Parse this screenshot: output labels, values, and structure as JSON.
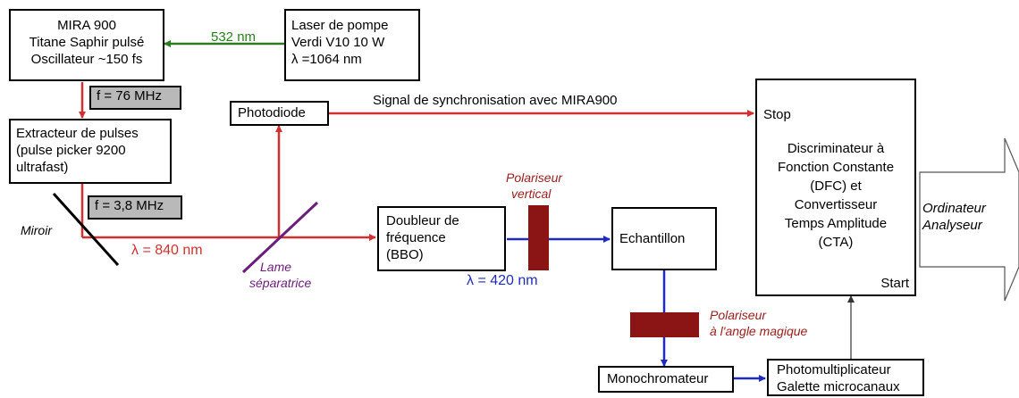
{
  "mira": {
    "lines": [
      "MIRA 900",
      "Titane Saphir pulsé",
      "Oscillateur ~150 fs"
    ]
  },
  "laser": {
    "lines": [
      "Laser de pompe",
      "Verdi V10 10 W",
      "λ =1064 nm"
    ]
  },
  "green_label": "532 nm",
  "freq1": "f = 76 MHz",
  "extracteur": {
    "lines": [
      "Extracteur de pulses",
      "(pulse picker 9200",
      "ultrafast)"
    ]
  },
  "freq2": "f = 3,8 MHz",
  "miroir": "Miroir",
  "lambda_840": "λ = 840 nm",
  "lame": {
    "lines": [
      "Lame",
      "séparatrice"
    ]
  },
  "photodiode": "Photodiode",
  "sync": "Signal de synchronisation avec MIRA900",
  "doubleur": {
    "lines": [
      "Doubleur de",
      "fréquence",
      "(BBO)"
    ]
  },
  "pol_vert": {
    "lines": [
      "Polariseur",
      "vertical"
    ]
  },
  "lambda_420": "λ = 420 nm",
  "echantillon": "Echantillon",
  "pol_magic": {
    "lines": [
      "Polariseur",
      "à l'angle magique"
    ]
  },
  "mono": "Monochromateur",
  "photomult": {
    "lines": [
      "Photomultiplicateur",
      "Galette microcanaux"
    ]
  },
  "dfc": {
    "stop": "Stop",
    "start": "Start",
    "lines": [
      "Discriminateur à",
      "Fonction Constante",
      "(DFC) et",
      "Convertisseur",
      "Temps Amplitude",
      "(CTA)"
    ]
  },
  "ordinateur": {
    "lines": [
      "Ordinateur",
      "Analyseur"
    ]
  },
  "colors": {
    "red": "#d03030",
    "blue": "#1f2bbf",
    "green": "#2a7d1e",
    "purple": "#6a1d7a",
    "darkred": "#8b1414",
    "gray": "#b9b9b9"
  }
}
